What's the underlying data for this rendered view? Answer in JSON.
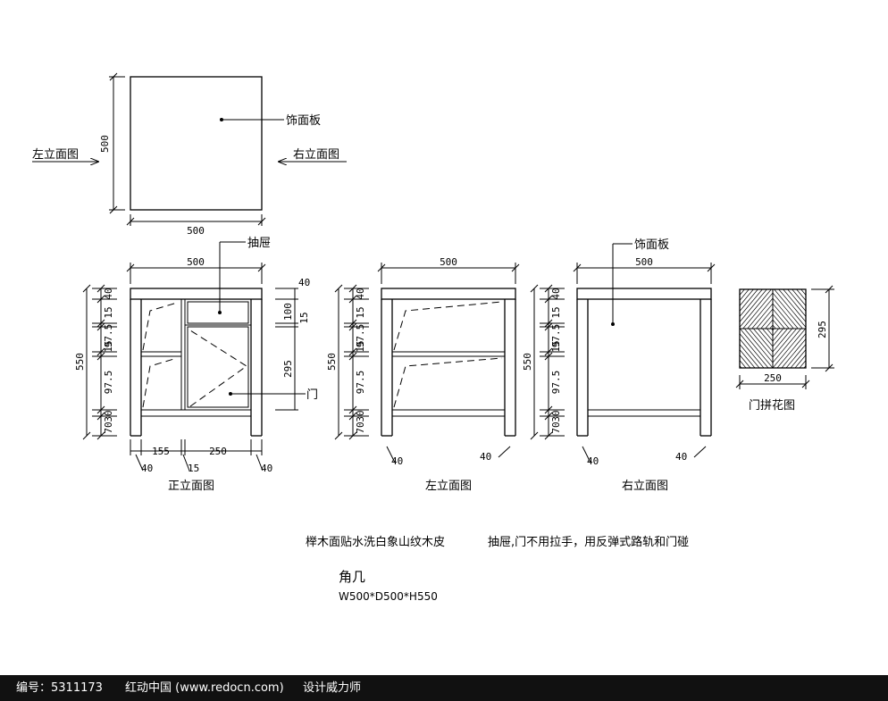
{
  "plan": {
    "label_finish": "饰面板",
    "dim_depth": "500",
    "dim_width": "500",
    "arrow_left": "左立面图",
    "arrow_right": "右立面图"
  },
  "front": {
    "title": "正立面图",
    "label_drawer": "抽屉",
    "label_door": "门",
    "dim_top": "500",
    "dim_total_h": "550",
    "left_dims": [
      "40",
      "15",
      "97.5",
      "15",
      "97.5",
      "30",
      "70"
    ],
    "right_dims": [
      "40",
      "100",
      "15",
      "295"
    ],
    "bottom_dims": [
      "155",
      "250",
      "40",
      "15",
      "40"
    ]
  },
  "left": {
    "title": "左立面图",
    "dim_top": "500",
    "dim_total_h": "550",
    "left_dims": [
      "40",
      "15",
      "97.5",
      "15",
      "97.5",
      "30",
      "70"
    ],
    "bottom_dims": [
      "40",
      "40"
    ]
  },
  "right": {
    "title": "右立面图",
    "label_finish": "饰面板",
    "dim_top": "500",
    "dim_total_h": "550",
    "left_dims": [
      "40",
      "15",
      "97.5",
      "15",
      "97.5",
      "30",
      "70"
    ],
    "bottom_dims": [
      "40",
      "40"
    ]
  },
  "door_pattern": {
    "title": "门拼花图",
    "dim_w": "250",
    "dim_h": "295"
  },
  "notes": {
    "material": "榉木面贴水洗白象山纹木皮",
    "hardware": "抽屉,门不用拉手，用反弹式路轨和门碰"
  },
  "product": {
    "name": "角几",
    "size": "W500*D500*H550"
  },
  "footer": {
    "id_label": "编号：5311173",
    "site": "红动中国 (www.redocn.com)",
    "author": "设计威力师"
  }
}
